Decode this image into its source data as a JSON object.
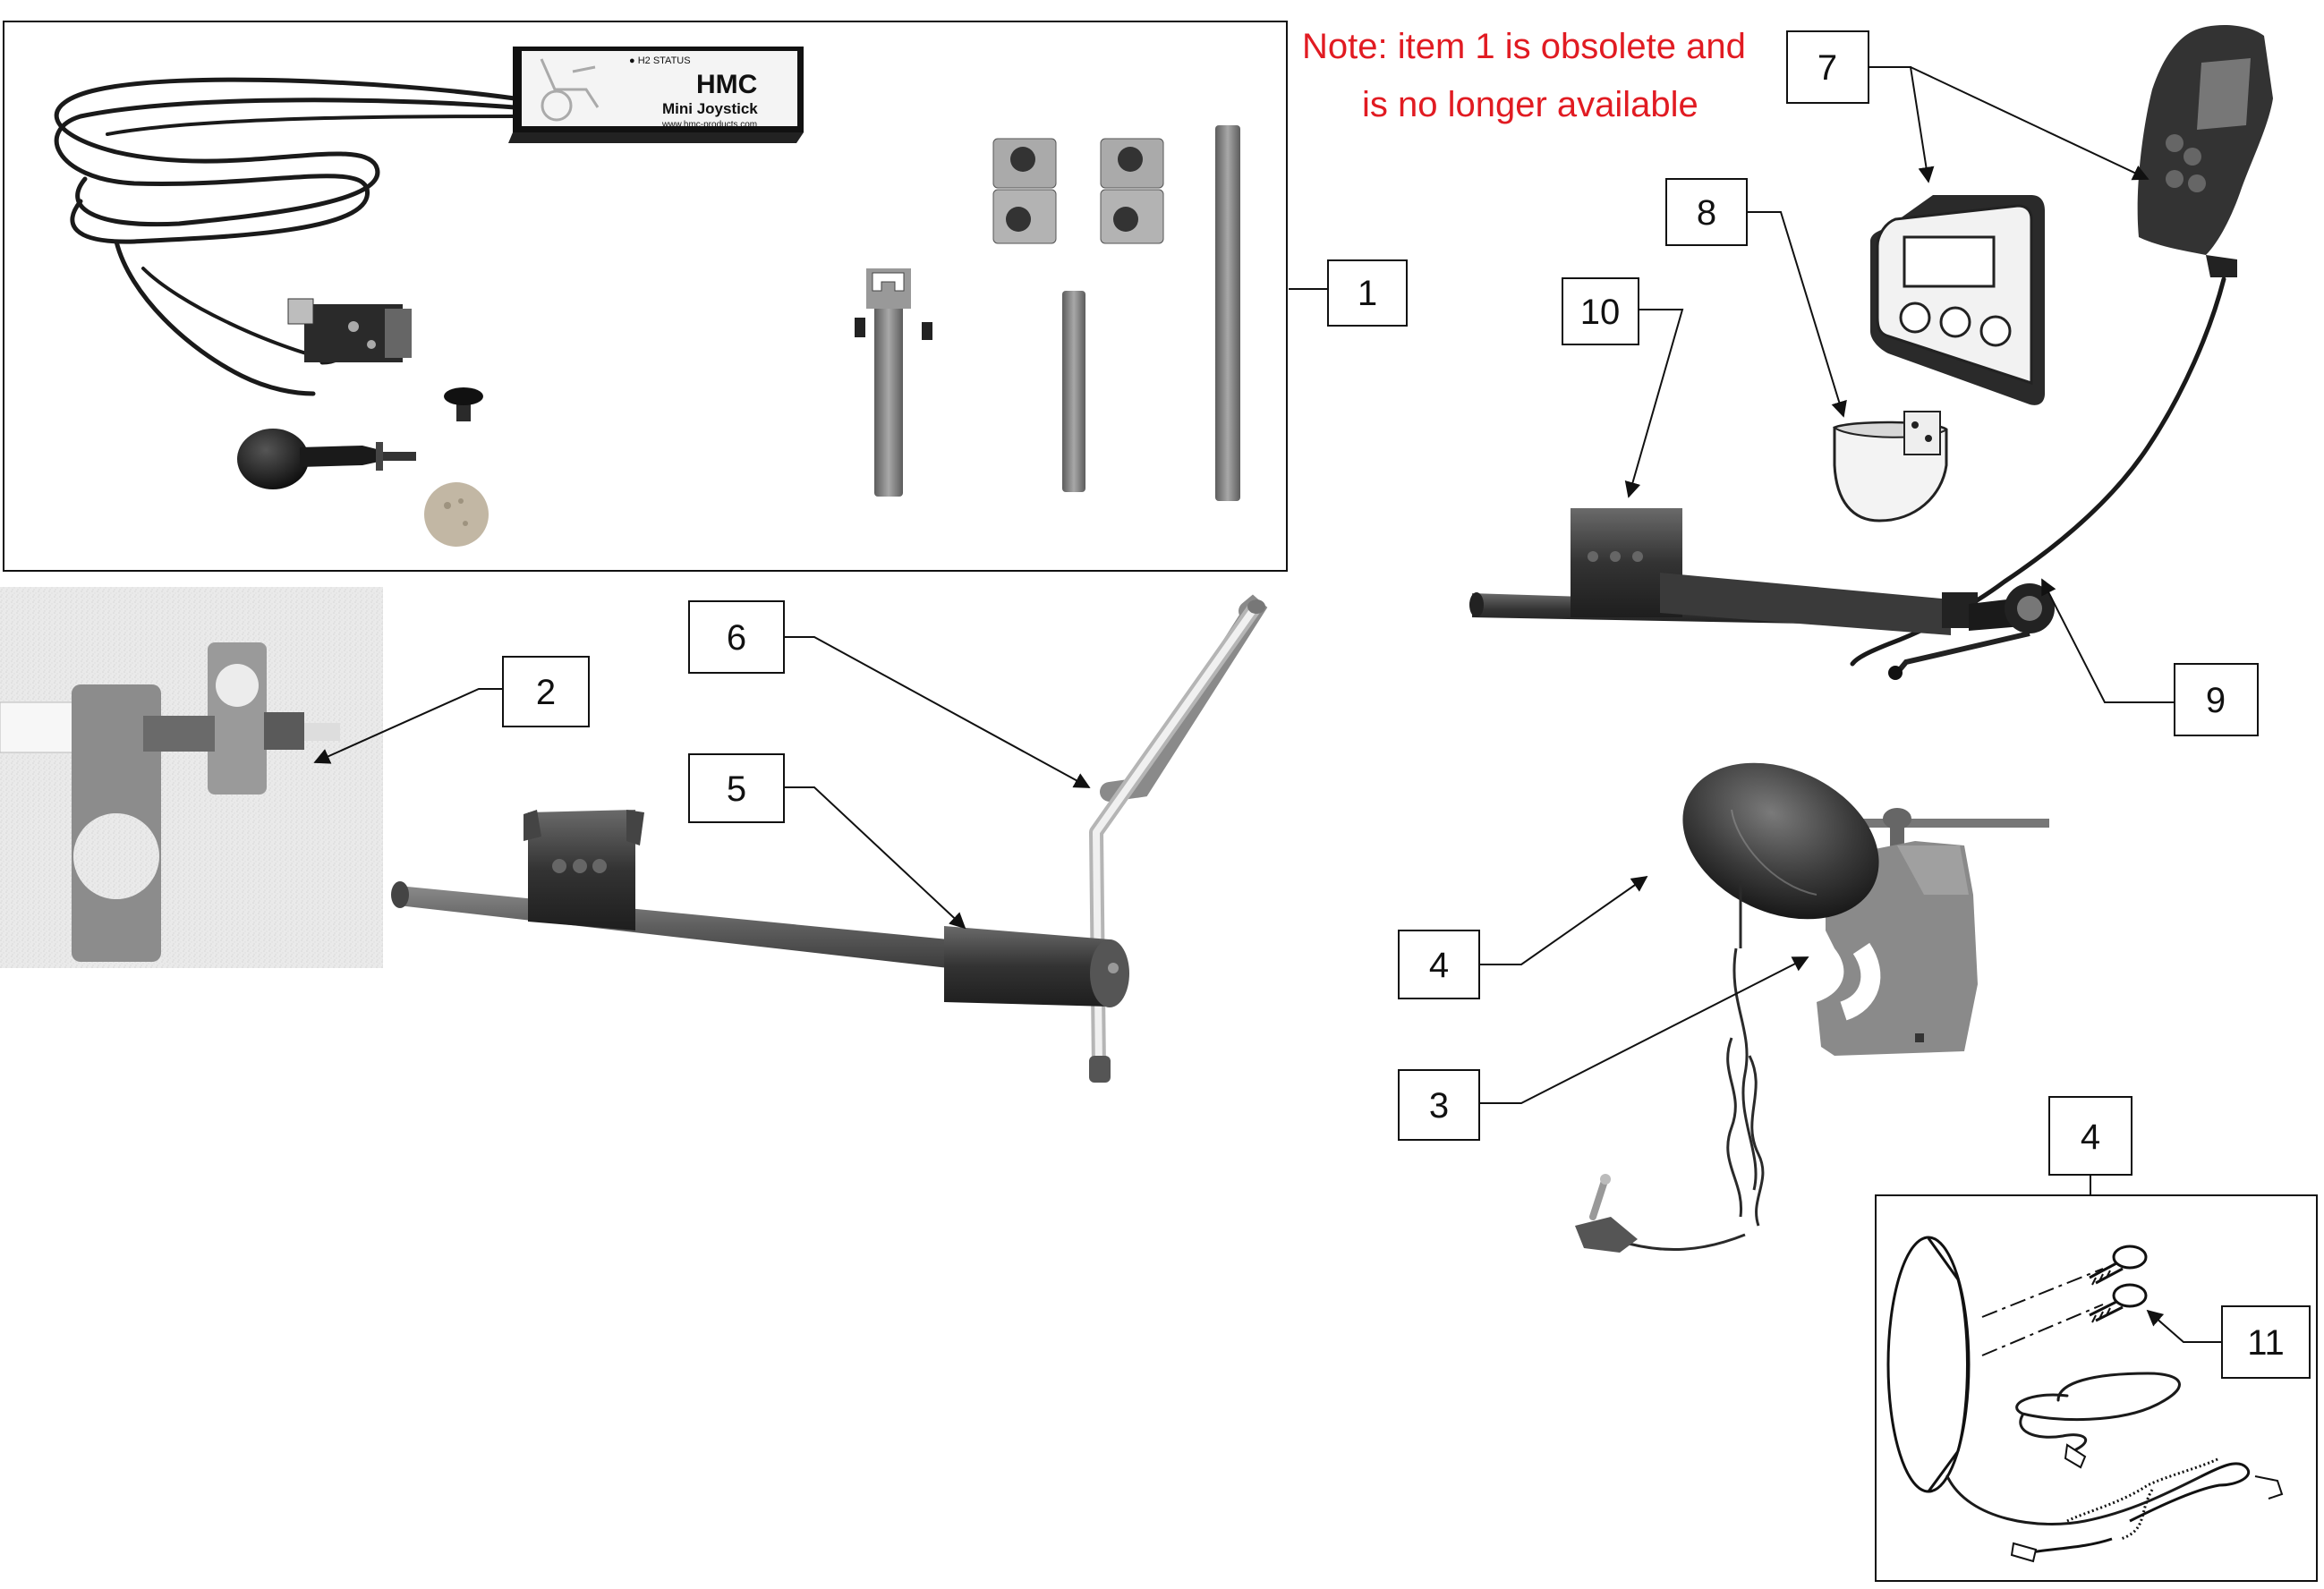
{
  "note": {
    "line1": "Note: item 1 is obsolete and",
    "line2": "is no longer available",
    "color": "#e11b22"
  },
  "callouts": [
    {
      "id": "c1",
      "label": "1"
    },
    {
      "id": "c2",
      "label": "2"
    },
    {
      "id": "c3",
      "label": "3"
    },
    {
      "id": "c4a",
      "label": "4"
    },
    {
      "id": "c4b",
      "label": "4"
    },
    {
      "id": "c5",
      "label": "5"
    },
    {
      "id": "c6",
      "label": "6"
    },
    {
      "id": "c7",
      "label": "7"
    },
    {
      "id": "c8",
      "label": "8"
    },
    {
      "id": "c9",
      "label": "9"
    },
    {
      "id": "c10",
      "label": "10"
    },
    {
      "id": "c11",
      "label": "11"
    }
  ],
  "hmc_box": {
    "status_text": "● H2 STATUS",
    "brand": "HMC",
    "model": "Mini Joystick",
    "url": "www.hmc-products.com"
  }
}
